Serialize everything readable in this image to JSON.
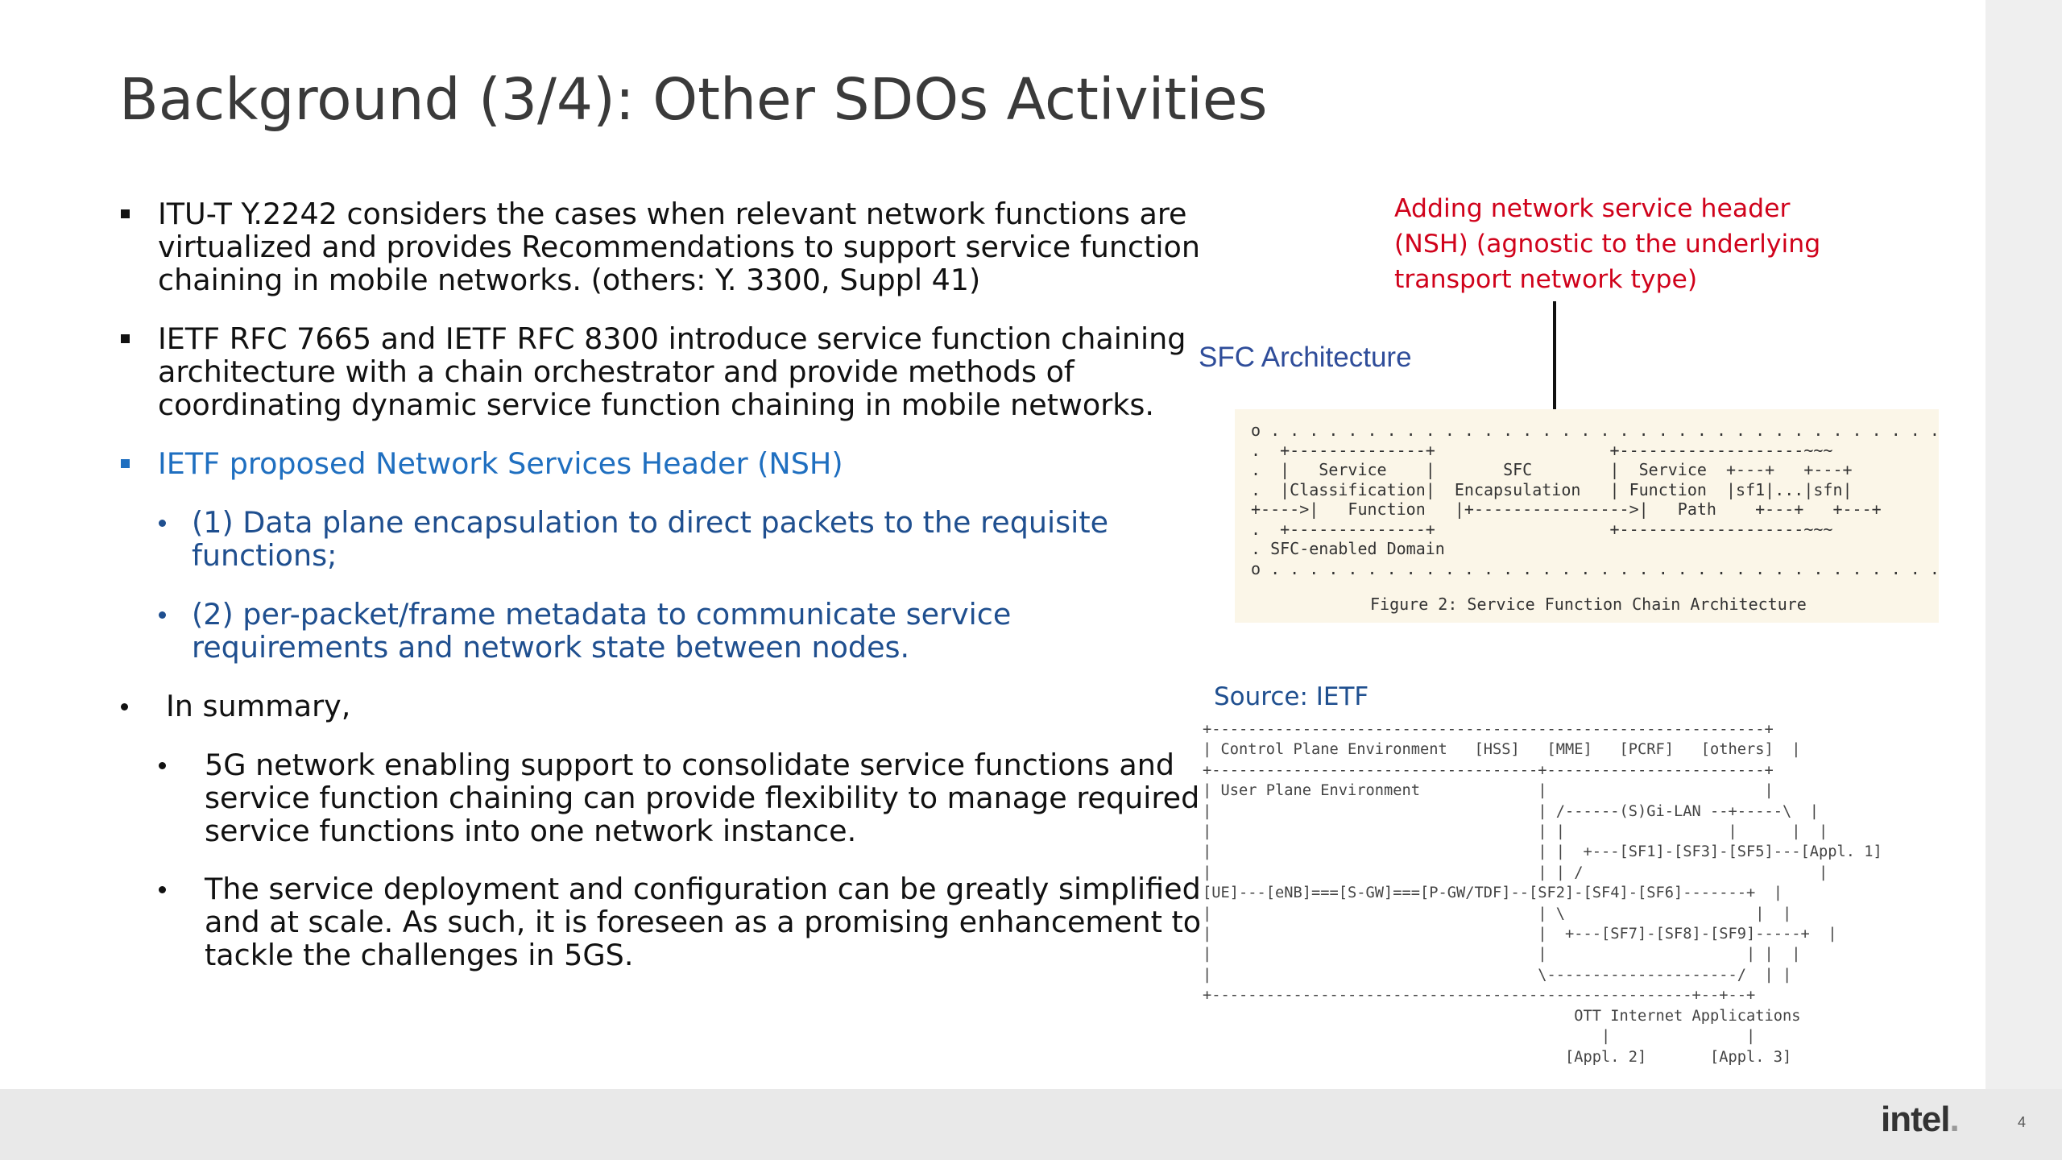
{
  "title": "Background (3/4): Other SDOs Activities",
  "bullets": {
    "b1": [
      "ITU-T Y.2242 considers the cases when relevant network functions are",
      "virtualized and provides Recommendations to support service function",
      "chaining in mobile networks. (others: Y. 3300, Suppl 41)"
    ],
    "b2": [
      "IETF RFC 7665 and IETF RFC 8300 introduce service function chaining",
      "architecture with a chain orchestrator and provide methods of",
      "coordinating dynamic service function chaining in mobile networks."
    ],
    "b3": "IETF proposed Network Services Header (NSH)",
    "b3a": [
      "(1) Data plane encapsulation to direct packets to the requisite",
      "functions;"
    ],
    "b3b": [
      "(2) per-packet/frame metadata to communicate service",
      "requirements and network state between nodes."
    ],
    "b4": "In summary,",
    "b4a": [
      "5G network enabling support to consolidate service functions and",
      "service function chaining can provide flexibility to manage required",
      "service functions into one network instance."
    ],
    "b4b": [
      "The service deployment and configuration can be greatly simplified",
      "and at scale. As such, it is foreseen as a promising enhancement to",
      "tackle the challenges in 5GS."
    ]
  },
  "annotation": [
    "Adding network service header",
    "(NSH) (agnostic to the underlying",
    "transport network type)"
  ],
  "sfc_title": "SFC Architecture",
  "figure1": {
    "lines": [
      "o . . . . . . . . . . . . . . . . . . . . . . . . . . . . . . . . . . .",
      ".  +--------------+                  +-------------------~~~",
      ".  |   Service    |       SFC        |  Service  +---+   +---+",
      ".  |Classification|  Encapsulation   | Function  |sf1|...|sfn|",
      "+---->|   Function   |+---------------->|   Path    +---+   +---+",
      ".  +--------------+                  +-------------------~~~",
      ". SFC-enabled Domain",
      "o . . . . . . . . . . . . . . . . . . . . . . . . . . . . . . . . . . ."
    ],
    "caption": "Figure 2: Service Function Chain Architecture"
  },
  "source": "Source: IETF",
  "figure2": {
    "lines": [
      "+-------------------------------------------------------------+",
      "| Control Plane Environment   [HSS]   [MME]   [PCRF]   [others]  |",
      "+------------------------------------+------------------------+",
      "| User Plane Environment             |                        |",
      "|                                    | /------(S)Gi-LAN --+-----\\  |",
      "|                                    | |                  |      |  |",
      "|                                    | |  +---[SF1]-[SF3]-[SF5]---[Appl. 1]",
      "|                                    | | /                          |",
      "[UE]---[eNB]===[S-GW]===[P-GW/TDF]--[SF2]-[SF4]-[SF6]-------+  |",
      "|                                    | \\                     |  |",
      "|                                    |  +---[SF7]-[SF8]-[SF9]-----+  |",
      "|                                    |                      | |  |",
      "|                                    \\---------------------/  | |",
      "+-----------------------------------------------------+--+--+",
      "                                         OTT Internet Applications",
      "                                            |               |",
      "                                        [Appl. 2]       [Appl. 3]"
    ]
  },
  "footer": {
    "logo": "intel",
    "logo_dot": ".",
    "page_number": "4"
  }
}
